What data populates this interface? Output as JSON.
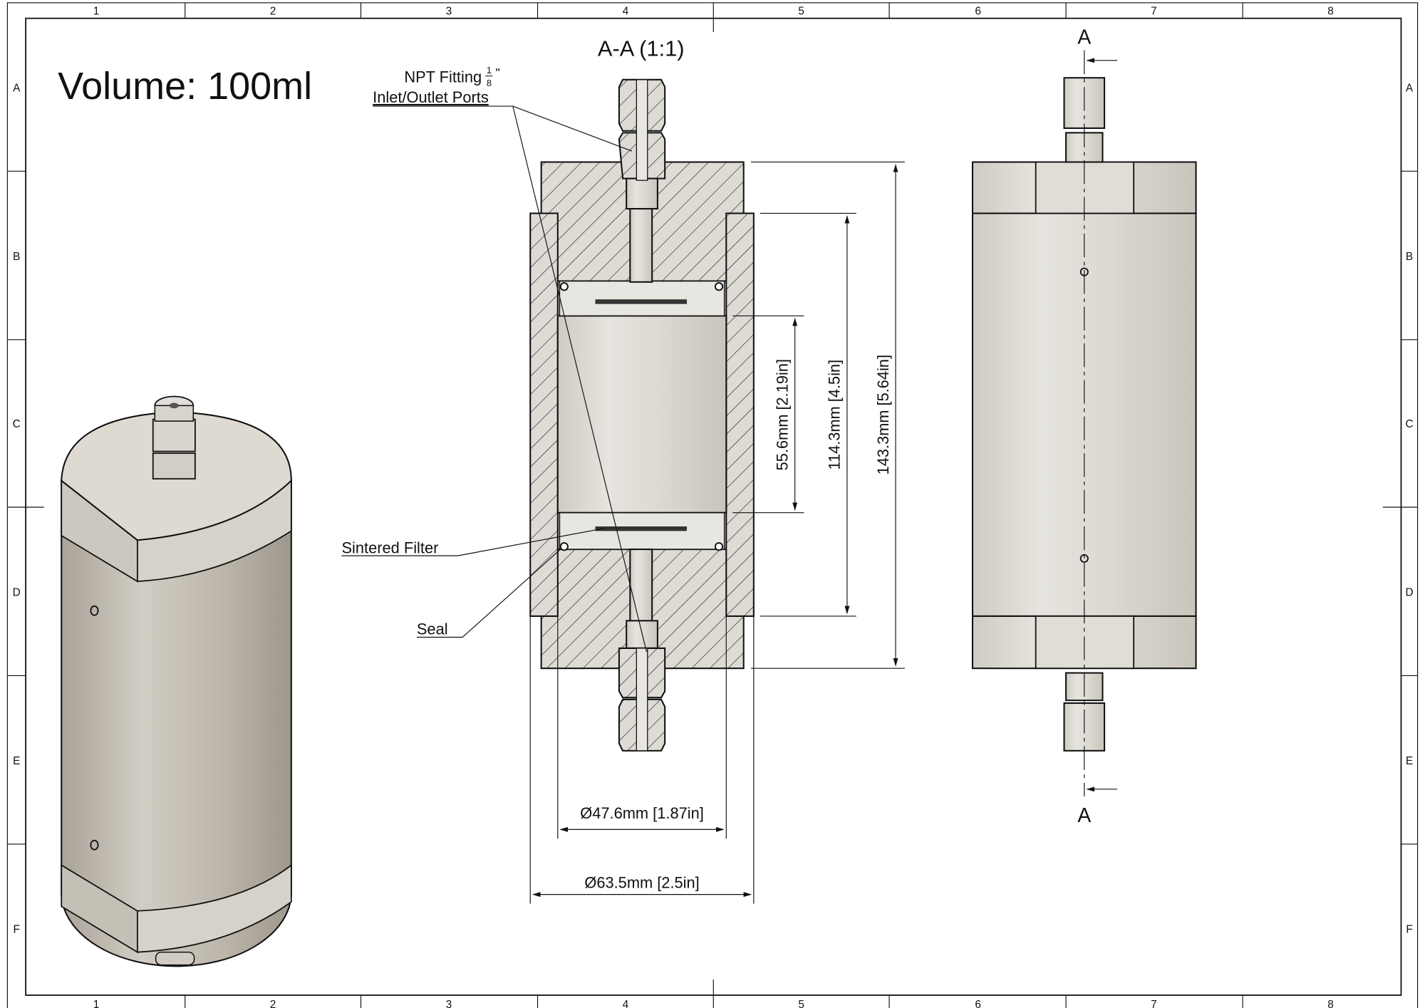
{
  "title": "Volume: 100ml",
  "section_view": {
    "title": "A-A (1:1)",
    "callouts": {
      "fitting_line1": "NPT Fitting",
      "fitting_fraction_num": "1",
      "fitting_fraction_den": "8",
      "fitting_inch_mark": "\"",
      "fitting_line2": "Inlet/Outlet Ports",
      "filter": "Sintered Filter",
      "seal": "Seal"
    },
    "dimensions": {
      "overall_height": "143.3mm [5.64in]",
      "sleeve_height": "114.3mm [4.5in]",
      "chamber_height": "55.6mm [2.19in]",
      "inner_diameter": "Ø47.6mm [1.87in]",
      "outer_diameter": "Ø63.5mm [2.5in]"
    }
  },
  "side_view": {
    "section_marker_top": "A",
    "section_marker_bottom": "A"
  },
  "frame": {
    "columns": [
      "1",
      "2",
      "3",
      "4",
      "5",
      "6",
      "7",
      "8"
    ],
    "rows": [
      "A",
      "B",
      "C",
      "D",
      "E",
      "F"
    ]
  },
  "colors": {
    "metal": "#d9d6cf",
    "line": "#111111"
  }
}
